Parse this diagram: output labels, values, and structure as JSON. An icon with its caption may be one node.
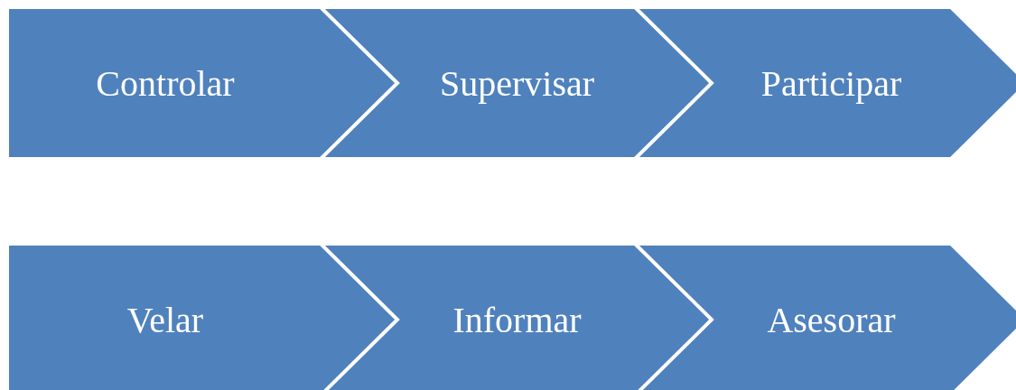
{
  "diagram": {
    "nodes": [
      {
        "text": [
          "Controlar"
        ]
      },
      {
        "text": [
          "Supervisar"
        ]
      },
      {
        "text": [
          "Participar"
        ]
      },
      {
        "text": [
          "Velar"
        ]
      },
      {
        "text": [
          "Informar"
        ]
      },
      {
        "text": [
          "Asesorar"
        ]
      }
    ]
  }
}
